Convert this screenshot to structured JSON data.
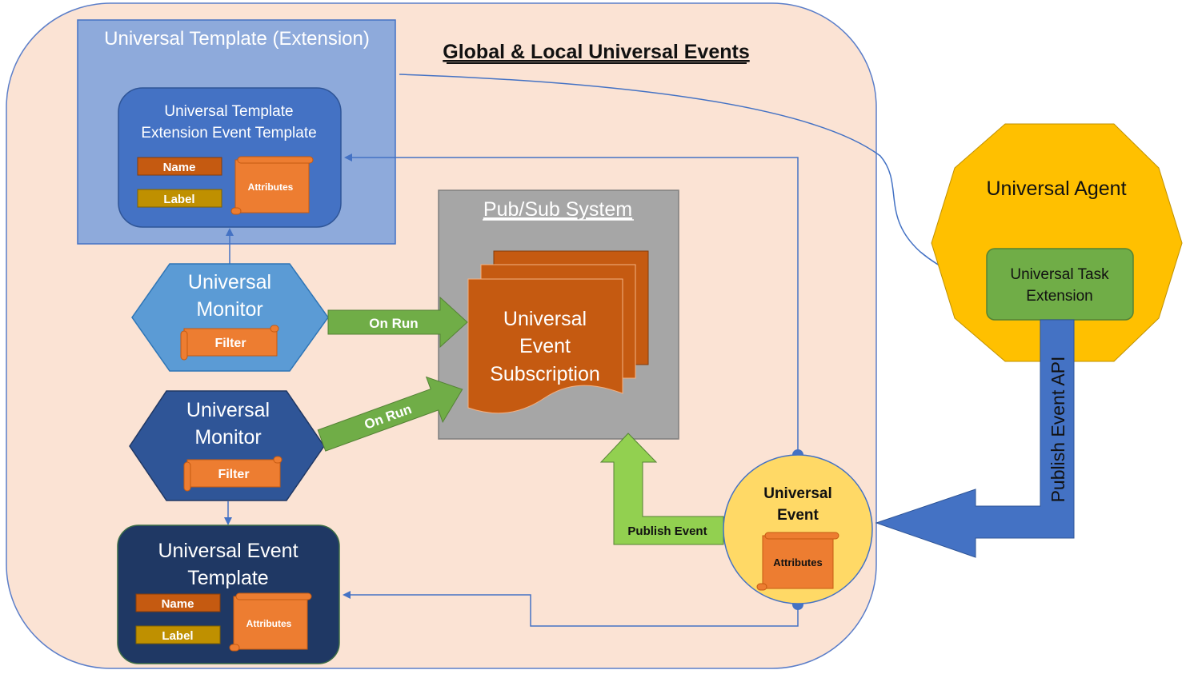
{
  "title": "Global & Local Universal Events",
  "template_extension": {
    "title": "Universal Template (Extension)",
    "event_template_line1": "Universal Template",
    "event_template_line2": "Extension Event Template",
    "name_label": "Name",
    "label_label": "Label",
    "attributes_label": "Attributes"
  },
  "pubsub": {
    "title": "Pub/Sub System",
    "subscription_line1": "Universal",
    "subscription_line2": "Event",
    "subscription_line3": "Subscription"
  },
  "monitor_light": {
    "line1": "Universal",
    "line2": "Monitor",
    "filter": "Filter",
    "arrow_label": "On Run"
  },
  "monitor_dark": {
    "line1": "Universal",
    "line2": "Monitor",
    "filter": "Filter",
    "arrow_label": "On Run"
  },
  "event_template": {
    "line1": "Universal Event",
    "line2": "Template",
    "name_label": "Name",
    "label_label": "Label",
    "attributes_label": "Attributes"
  },
  "universal_event": {
    "line1": "Universal",
    "line2": "Event",
    "attributes_label": "Attributes",
    "publish_label": "Publish Event"
  },
  "agent": {
    "title": "Universal Agent",
    "task_line1": "Universal Task",
    "task_line2": "Extension",
    "api_label": "Publish Event API"
  },
  "colors": {
    "container_bg": "#fbe3d4",
    "template_ext_bg": "#8eaadb",
    "template_inner_bg": "#4472c4",
    "orange": "#ed7d31",
    "dark_orange": "#c55a11",
    "gold": "#bf9000",
    "green": "#70ad47",
    "light_green": "#92d050",
    "agent_yellow": "#ffc000",
    "event_yellow": "#ffd966",
    "navy": "#1f3864",
    "blue_arrow": "#4472c4"
  }
}
